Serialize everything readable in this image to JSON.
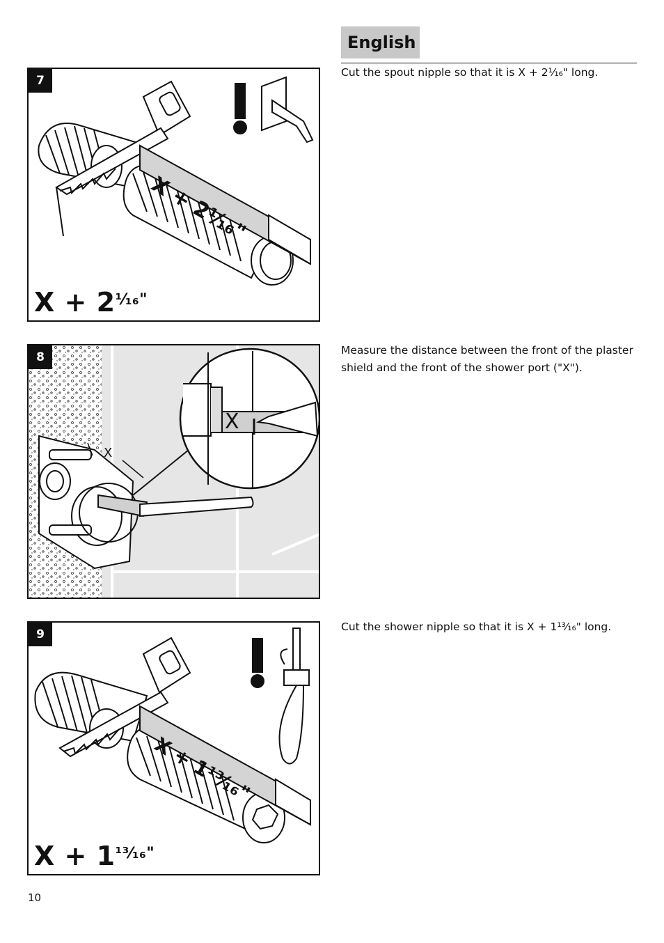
{
  "header": {
    "language": "English"
  },
  "steps": [
    {
      "number": "7",
      "text": "Cut the spout nipple so that it is X + 2¹⁄₁₆\"  long.",
      "measure_main": "X + 2",
      "measure_frac": "¹⁄₁₆\"",
      "ruler_label": "X + 2¹⁄₁₆\""
    },
    {
      "number": "8",
      "text": "Measure the distance between the front of the plaster shield and the front of the shower port (\"X\").",
      "callout_label": "X",
      "small_label": "X"
    },
    {
      "number": "9",
      "text": "Cut the shower nipple so that it is X + 1¹³⁄₁₆\" long.",
      "measure_main": "X + 1",
      "measure_frac": "¹³⁄₁₆\"",
      "ruler_label": "X + 1¹³⁄₁₆\""
    }
  ],
  "footer": {
    "page_number": "10"
  }
}
